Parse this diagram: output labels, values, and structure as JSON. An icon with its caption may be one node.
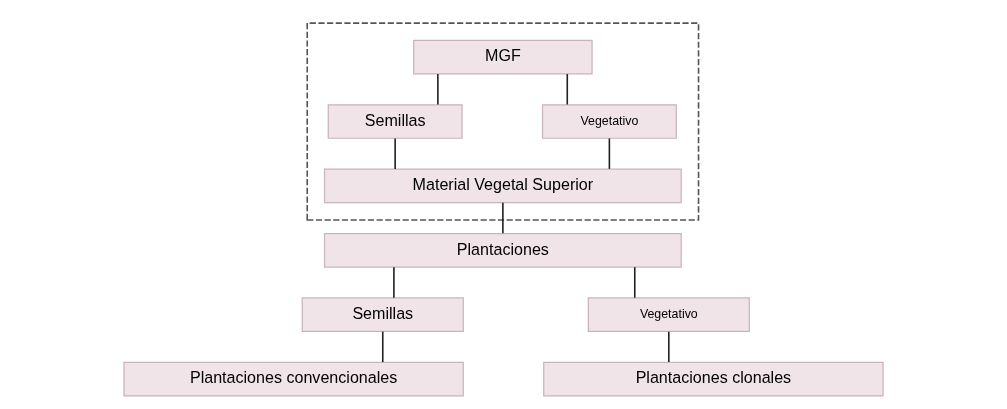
{
  "diagram": {
    "nodes": [
      {
        "text": [],
        "shape": "box"
      },
      {
        "text": [
          "MGF"
        ],
        "in": 0
      },
      {
        "text": [
          "Semillas"
        ],
        "in": 0
      },
      {
        "text": [
          "Vegetativo"
        ],
        "in": 0
      },
      {
        "text": [
          "Material Vegetal Superior"
        ],
        "in": 0
      },
      {
        "text": [
          "Plantaciones"
        ]
      },
      {
        "text": [
          "Semillas"
        ]
      },
      {
        "text": [
          "Vegetativo"
        ]
      },
      {
        "text": [
          "Plantaciones convencionales"
        ]
      },
      {
        "text": [
          "Plantaciones clonales"
        ]
      }
    ],
    "edges": [
      {
        "from": 1,
        "to": 2,
        "arrow": "none"
      },
      {
        "from": 1,
        "to": 3,
        "arrow": "none"
      },
      {
        "from": 2,
        "to": 4,
        "arrow": "none"
      },
      {
        "from": 3,
        "to": 4,
        "arrow": "none"
      },
      {
        "from": 4,
        "to": 5,
        "arrow": "none"
      },
      {
        "from": 5,
        "to": 6,
        "arrow": "none"
      },
      {
        "from": 5,
        "to": 7,
        "arrow": "none"
      },
      {
        "from": 6,
        "to": 8,
        "arrow": "none"
      },
      {
        "from": 7,
        "to": 9,
        "arrow": "none"
      }
    ]
  }
}
